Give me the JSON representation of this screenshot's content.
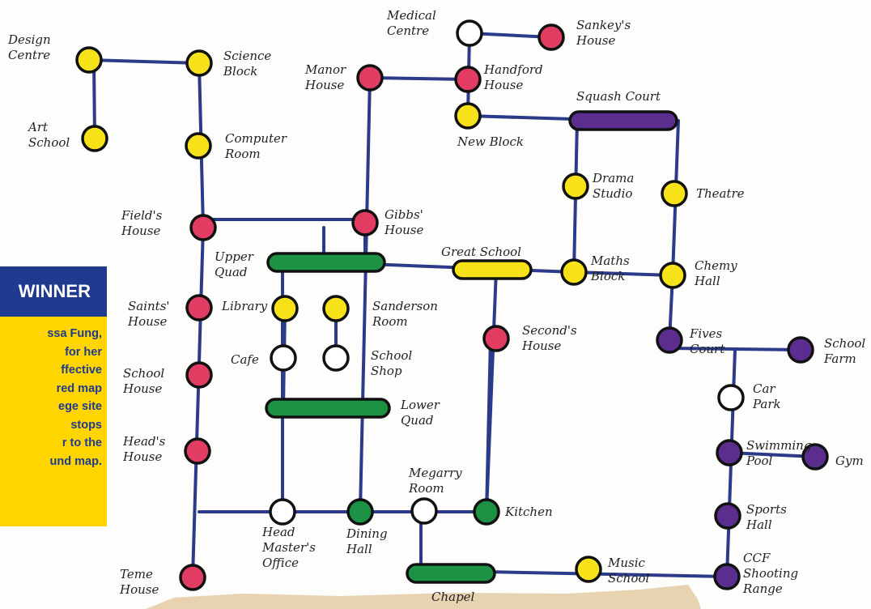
{
  "colors": {
    "line": "#2c3a8a",
    "yellow": "#f7e21a",
    "pink": "#e23c63",
    "purple": "#5b2d8e",
    "green": "#1c9344",
    "white": "#ffffff",
    "banner_blue": "#1f3a8f",
    "banner_yellow": "#ffd500"
  },
  "banner": {
    "heading": "WINNER",
    "lines": [
      "ssa Fung,",
      "for her",
      "ffective",
      "red map",
      "ege site",
      "stops",
      "r to the",
      "und map."
    ]
  },
  "stations": [
    {
      "id": "design-centre",
      "color": "yellow",
      "label": [
        "Design",
        "Centre"
      ]
    },
    {
      "id": "art-school",
      "color": "yellow",
      "label": [
        "Art",
        "School"
      ]
    },
    {
      "id": "science-block",
      "color": "yellow",
      "label": [
        "Science",
        "Block"
      ]
    },
    {
      "id": "computer-room",
      "color": "yellow",
      "label": [
        "Computer",
        "Room"
      ]
    },
    {
      "id": "fields-house",
      "color": "pink",
      "label": [
        "Field's",
        "House"
      ]
    },
    {
      "id": "saints-house",
      "color": "pink",
      "label": [
        "Saints'",
        "House"
      ]
    },
    {
      "id": "school-house",
      "color": "pink",
      "label": [
        "School",
        "House"
      ]
    },
    {
      "id": "heads-house",
      "color": "pink",
      "label": [
        "Head's",
        "House"
      ]
    },
    {
      "id": "teme-house",
      "color": "pink",
      "label": [
        "Teme",
        "House"
      ]
    },
    {
      "id": "manor-house",
      "color": "pink",
      "label": [
        "Manor",
        "House"
      ]
    },
    {
      "id": "gibbs-house",
      "color": "pink",
      "label": [
        "Gibbs'",
        "House"
      ]
    },
    {
      "id": "medical-centre",
      "color": "white",
      "label": [
        "Medical",
        "Centre"
      ]
    },
    {
      "id": "sankeys-house",
      "color": "pink",
      "label": [
        "Sankey's",
        "House"
      ]
    },
    {
      "id": "handford-house",
      "color": "pink",
      "label": [
        "Handford",
        "House"
      ]
    },
    {
      "id": "new-block",
      "color": "yellow",
      "label": [
        "New Block"
      ]
    },
    {
      "id": "squash-court",
      "color": "purple",
      "label": [
        "Squash Court"
      ]
    },
    {
      "id": "drama-studio",
      "color": "yellow",
      "label": [
        "Drama",
        "Studio"
      ]
    },
    {
      "id": "theatre",
      "color": "yellow",
      "label": [
        "Theatre"
      ]
    },
    {
      "id": "maths-block",
      "color": "yellow",
      "label": [
        "Maths",
        "Block"
      ]
    },
    {
      "id": "chemy-hall",
      "color": "yellow",
      "label": [
        "Chemy",
        "Hall"
      ]
    },
    {
      "id": "great-school",
      "color": "yellow",
      "label": [
        "Great School"
      ]
    },
    {
      "id": "upper-quad",
      "color": "green",
      "label": [
        "Upper",
        "Quad"
      ]
    },
    {
      "id": "library",
      "color": "yellow",
      "label": [
        "Library"
      ]
    },
    {
      "id": "sanderson-room",
      "color": "yellow",
      "label": [
        "Sanderson",
        "Room"
      ]
    },
    {
      "id": "cafe",
      "color": "white",
      "label": [
        "Cafe"
      ]
    },
    {
      "id": "school-shop",
      "color": "white",
      "label": [
        "School",
        "Shop"
      ]
    },
    {
      "id": "lower-quad",
      "color": "green",
      "label": [
        "Lower",
        "Quad"
      ]
    },
    {
      "id": "seconds-house",
      "color": "pink",
      "label": [
        "Second's",
        "House"
      ]
    },
    {
      "id": "fives-court",
      "color": "purple",
      "label": [
        "Fives",
        "Court"
      ]
    },
    {
      "id": "school-farm",
      "color": "purple",
      "label": [
        "School",
        "Farm"
      ]
    },
    {
      "id": "car-park",
      "color": "white",
      "label": [
        "Car",
        "Park"
      ]
    },
    {
      "id": "swimming-pool",
      "color": "purple",
      "label": [
        "Swimming",
        "Pool"
      ]
    },
    {
      "id": "gym",
      "color": "purple",
      "label": [
        "Gym"
      ]
    },
    {
      "id": "sports-hall",
      "color": "purple",
      "label": [
        "Sports",
        "Hall"
      ]
    },
    {
      "id": "ccf-shooting-range",
      "color": "purple",
      "label": [
        "CCF",
        "Shooting",
        "Range"
      ]
    },
    {
      "id": "head-masters-office",
      "color": "white",
      "label": [
        "Head",
        "Master's",
        "Office"
      ]
    },
    {
      "id": "dining-hall",
      "color": "green",
      "label": [
        "Dining",
        "Hall"
      ]
    },
    {
      "id": "megarry-room",
      "color": "white",
      "label": [
        "Megarry",
        "Room"
      ]
    },
    {
      "id": "kitchen",
      "color": "green",
      "label": [
        "Kitchen"
      ]
    },
    {
      "id": "chapel",
      "color": "green",
      "label": [
        "Chapel"
      ]
    },
    {
      "id": "music-school",
      "color": "yellow",
      "label": [
        "Music",
        "School"
      ]
    }
  ],
  "connections": [
    [
      "design-centre",
      "science-block"
    ],
    [
      "design-centre",
      "art-school"
    ],
    [
      "science-block",
      "fields-house"
    ],
    [
      "fields-house",
      "teme-house"
    ],
    [
      "fields-house",
      "gibbs-house"
    ],
    [
      "manor-house",
      "dining-hall"
    ],
    [
      "manor-house",
      "handford-house"
    ],
    [
      "medical-centre",
      "sankeys-house"
    ],
    [
      "medical-centre",
      "new-block"
    ],
    [
      "new-block",
      "squash-court"
    ],
    [
      "squash-court",
      "maths-block"
    ],
    [
      "squash-court",
      "chemy-hall"
    ],
    [
      "upper-quad",
      "maths-block"
    ],
    [
      "maths-block",
      "chemy-hall"
    ],
    [
      "chemy-hall",
      "fives-court"
    ],
    [
      "fives-court",
      "school-farm"
    ],
    [
      "fives-court",
      "ccf-shooting-range"
    ],
    [
      "swimming-pool",
      "gym"
    ],
    [
      "great-school",
      "seconds-house"
    ],
    [
      "seconds-house",
      "kitchen"
    ],
    [
      "library",
      "lower-quad"
    ],
    [
      "sanderson-room",
      "school-shop"
    ],
    [
      "upper-quad",
      "head-masters-office"
    ],
    [
      "teme-house",
      "kitchen"
    ],
    [
      "megarry-room",
      "chapel"
    ],
    [
      "chapel",
      "ccf-shooting-range"
    ]
  ]
}
